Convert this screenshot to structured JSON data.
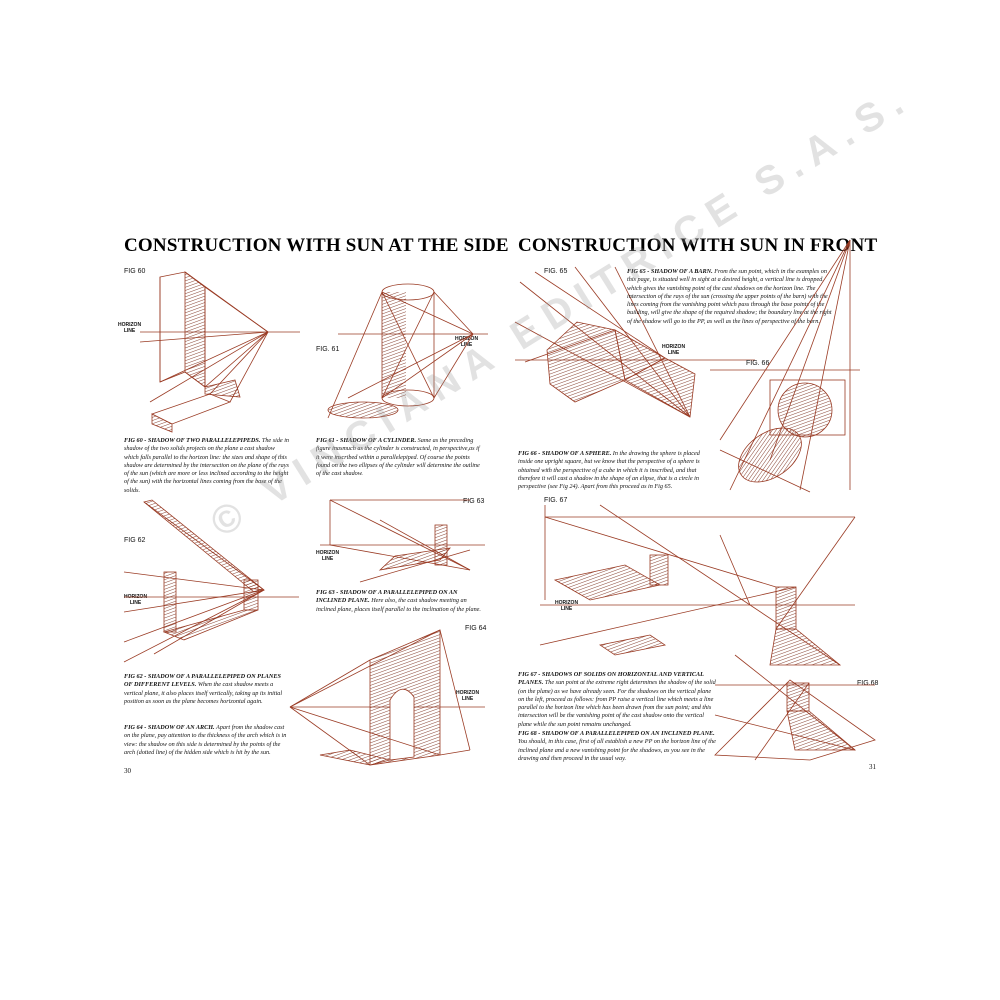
{
  "left_page": {
    "heading": "CONSTRUCTION WITH SUN AT THE SIDE",
    "page_number": "30",
    "figures": {
      "fig60": {
        "label": "FIG 60",
        "horizon": [
          "HORIZON",
          "LINE"
        ]
      },
      "fig61": {
        "label": "FIG. 61",
        "horizon": [
          "HORIZON",
          "LINE"
        ]
      },
      "fig62": {
        "label": "FIG 62",
        "horizon": [
          "HORIZON",
          "LINE"
        ]
      },
      "fig63": {
        "label": "FIG 63",
        "horizon": [
          "HORIZON",
          "LINE"
        ]
      },
      "fig64": {
        "label": "FIG 64",
        "horizon": [
          "HORIZON",
          "LINE"
        ]
      }
    },
    "captions": {
      "fig60_title": "FIG 60 - SHADOW OF TWO PARALLELEPIPEDS.",
      "fig60_body": "The side in shadow of the two solids projects on the plane a cast shadow which falls parallel to the horizon line: the sizes and shape of this shadow are determined by the intersection on the plane of the rays of the sun (which are more or less inclined according to the height of the sun) with the horizontal lines coming from the base of the solids.",
      "fig61_title": "FIG 61 - SHADOW OF A CYLINDER.",
      "fig61_body": "Same as the preceding figure inasmuch as the cylinder is constructed, in perspective,as if it were inscribed within a parallelepiped. Of course the points found on the two ellipses of the cylinder will determine the outline of the cast shadow.",
      "fig62_title": "FIG 62 - SHADOW OF A PARALLELEPIPED ON PLANES OF DIFFERENT LEVELS.",
      "fig62_body": "When the cast shadow meets a vertical plane, it also places itself vertically, taking up its initial position as soon as the plane becomes horizontal again.",
      "fig63_title": "FIG 63 - SHADOW OF A PARALLELEPIPED ON AN INCLINED PLANE.",
      "fig63_body": "Here also, the cast shadow meeting an inclined plane, places itself parallel to the inclination of the plane.",
      "fig64_title": "FIG 64 - SHADOW OF AN ARCH.",
      "fig64_body": "Apart from the shadow cast on the plane, pay attention to the thickness of the arch which is in view: the shadow on this side is determined by the points of the arch (dotted line) of the hidden side which is hit by the sun."
    }
  },
  "right_page": {
    "heading": "CONSTRUCTION WITH SUN IN FRONT",
    "page_number": "31",
    "figures": {
      "fig65": {
        "label": "FIG. 65",
        "horizon": [
          "HORIZON",
          "LINE"
        ]
      },
      "fig66": {
        "label": "FIG. 66"
      },
      "fig67": {
        "label": "FIG. 67",
        "horizon": [
          "HORIZON",
          "LINE"
        ]
      },
      "fig68": {
        "label": "FIG.68"
      }
    },
    "captions": {
      "fig65_title": "FIG 65 - SHADOW OF A BARN.",
      "fig65_body": "From the sun point, which in the examples on this page, is situated well in sight at a desired height, a vertical line is dropped, which gives the vanishing point of the cast shadows on the horizon line. The intersection of the rays of the sun (crossing the upper points of the barn) with the lines coming from the vanishing point which pass through the base points of the building, will give the shape of the required shadow; the boundary line at the right of the shadow will go to the PP, as well as the lines of perspective of the barn.",
      "fig66_title": "FIG 66 - SHADOW OF A SPHERE.",
      "fig66_body": "In the drawing the sphere is placed inside one upright square, but we know that the perspective of a sphere is obtained with the perspective of a cube in which it is inscribed, and that therefore it will cast a shadow in the shape of an elipse, that is a circle in perspective (see Fig 24). Apart from this proceed as in Fig 65.",
      "fig67_title": "FIG 67 - SHADOWS OF SOLIDS ON HORIZONTAL AND VERTICAL PLANES.",
      "fig67_body": "The sun point at the extreme right determines the shadow of the solid (on the plane) as we have already seen. For the shadows on the vertical plane on the left, proceed as follows: from PP raise a vertical line which meets a line parallel to the horizon line which has been drawn from the sun point; and this intersection will be the vanishing point of the cast shadow onto the vertical plane while the sun point remains unchanged.",
      "fig68_title": "FIG 68 - SHADOW OF A PARALLELEPIPED ON AN INCLINED PLANE.",
      "fig68_body": "You should, in this case, first of all establish a new PP on the horizon line of the inclined plane and a new vanishing point for the shadows, as you see in the drawing and then proceed in the usual way."
    }
  },
  "watermark": "© VINCIANA EDITRICE S.A.S.",
  "colors": {
    "ink": "#9a3b24",
    "hatch": "#7a2e1c",
    "text": "#111111"
  }
}
